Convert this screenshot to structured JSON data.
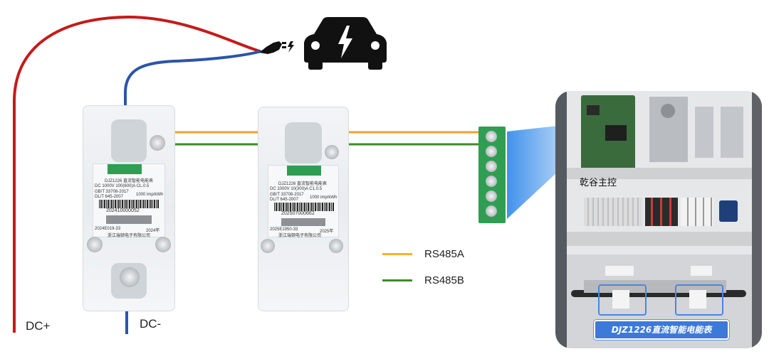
{
  "labels": {
    "dc_plus": "DC+",
    "dc_minus": "DC-",
    "rs485a": "RS485A",
    "rs485b": "RS485B",
    "controller": "乾谷主控",
    "product": "DJZ1226直流智能电能表"
  },
  "meter_left": {
    "model": "DJZ1226 直流智能电能表",
    "rating": "DC 1000V 100(600)A CL.0.5",
    "std1": "GB/T 33708-2017",
    "std2": "DL/T 645-2007",
    "pulse": "1000 imp/kWh",
    "serial": "202410000052",
    "cert": "2024E019-33",
    "maker": "浙江瑞顿电子有限公司",
    "year": "2024年"
  },
  "meter_right": {
    "model": "DJZ1226 直流智能电能表",
    "rating": "DC 1000V 10(300)A C1.0.5",
    "std1": "GB/T 33708-2017",
    "std2": "DL/T 645-2007",
    "pulse": "1000 imp/kWh",
    "serial": "202507000662",
    "cert": "2025E1950-33",
    "maker": "浙江瑞顿电子有限公司",
    "year": "2025年"
  },
  "colors": {
    "dc_plus_wire": "#c51a1a",
    "dc_minus_wire": "#2b55a8",
    "rs485a_wire": "#f0a030",
    "rs485b_wire": "#3f8a2a",
    "terminal_green": "#2f9e52",
    "banner_blue": "#3d79d8"
  },
  "icons": [
    "ev-car-icon",
    "charging-plug-icon",
    "lightning-bolt-icon"
  ]
}
